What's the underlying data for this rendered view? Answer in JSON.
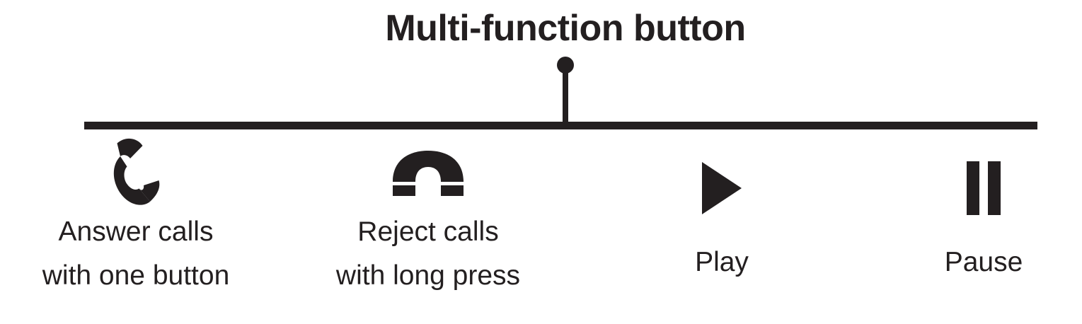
{
  "diagram": {
    "title": "Multi-function button",
    "colors": {
      "ink": "#231f20",
      "background": "#ffffff"
    },
    "callout": {
      "marker": "dot-and-stem-pointer",
      "target": "button-bar"
    },
    "features": [
      {
        "icon": "phone-handset-icon",
        "action": "answer-call",
        "label_line1": "Answer calls",
        "label_line2": "with one button"
      },
      {
        "icon": "phone-hangup-icon",
        "action": "reject-call",
        "label_line1": "Reject calls",
        "label_line2": "with long press"
      },
      {
        "icon": "play-icon",
        "action": "play",
        "label_line1": "Play",
        "label_line2": ""
      },
      {
        "icon": "pause-icon",
        "action": "pause",
        "label_line1": "Pause",
        "label_line2": ""
      }
    ]
  }
}
